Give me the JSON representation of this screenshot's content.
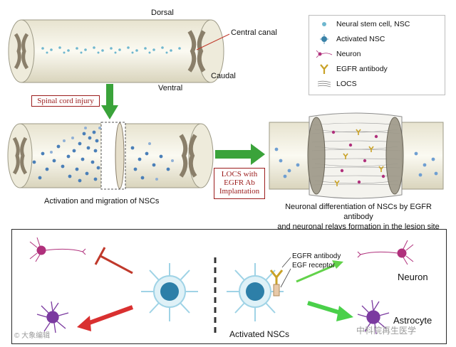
{
  "top": {
    "dorsal": "Dorsal",
    "ventral": "Ventral",
    "caudal": "Caudal",
    "central_canal": "Central canal"
  },
  "injury_label": "Spinal cord injury",
  "implant_label": [
    "LOCS with",
    "EGFR Ab",
    "Implantation"
  ],
  "caption_left": "Activation and migration of NSCs",
  "caption_right": [
    "Neuronal differentiation of NSCs by EGFR antibody",
    "and neuronal relays formation in the lesion site"
  ],
  "legend": [
    {
      "icon": "nsc-dot-icon",
      "label": "Neural stem cell, NSC"
    },
    {
      "icon": "activated-nsc-icon",
      "label": "Activated NSC"
    },
    {
      "icon": "neuron-icon",
      "label": "Neuron"
    },
    {
      "icon": "egfr-antibody-icon",
      "label": "EGFR antibody"
    },
    {
      "icon": "locs-icon",
      "label": "LOCS"
    }
  ],
  "bottom": {
    "activated_nscs": "Activated NSCs",
    "egfr_antibody": "EGFR antibody",
    "egf_receptor": "EGF receptor",
    "neuron": "Neuron",
    "astrocyte": "Astrocyte",
    "watermark_left": "© 大象编辑",
    "watermark_right": "中科院再生医学"
  },
  "colors": {
    "arrow_green": "#3aa33a",
    "arrow_red": "#d93030",
    "inhibit": "#c0392b",
    "label_red": "#9b1c1c",
    "nsc_blue": "#4a7fb8",
    "neuron_pink": "#b0307c",
    "astrocyte_purple": "#7b3aa0"
  }
}
